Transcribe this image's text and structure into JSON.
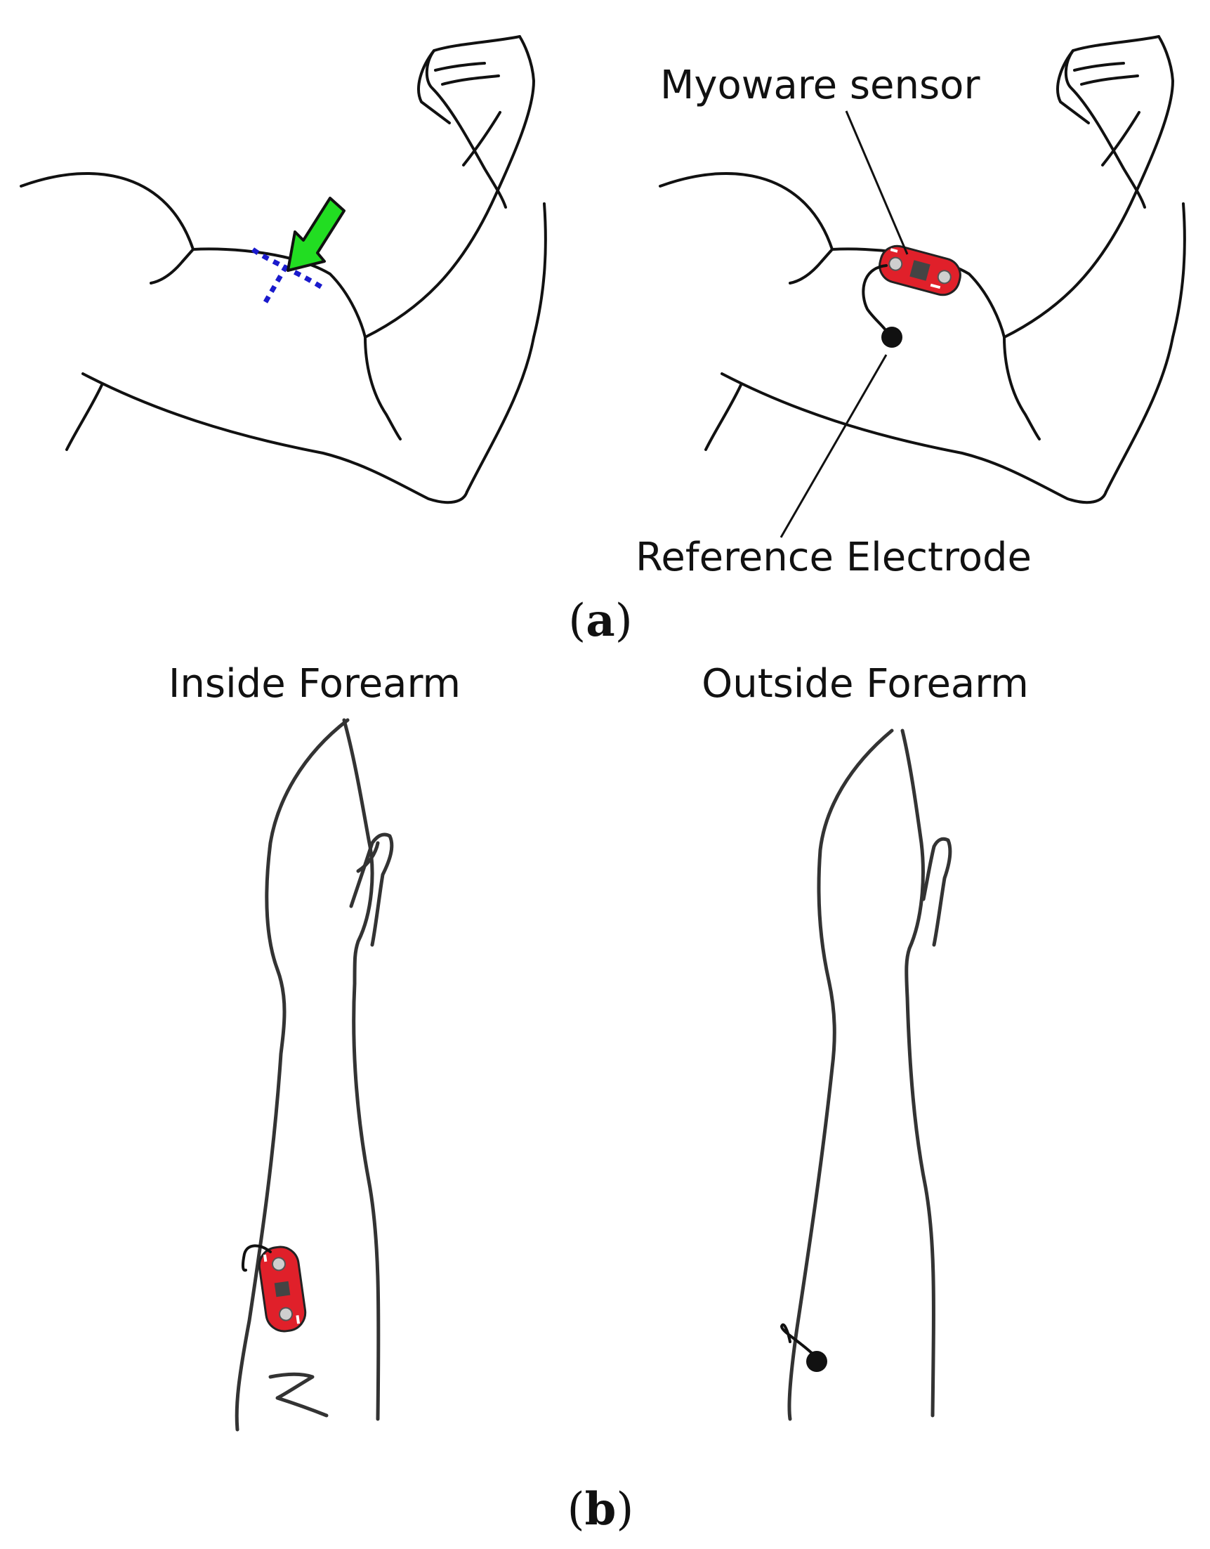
{
  "labels": {
    "myoware_sensor": "Myoware sensor",
    "reference_electrode": "Reference Electrode",
    "inside_forearm": "Inside Forearm",
    "outside_forearm": "Outside Forearm"
  },
  "panels": {
    "a": {
      "open": "(",
      "letter": "a",
      "close": ")"
    },
    "b": {
      "open": "(",
      "letter": "b",
      "close": ")"
    }
  },
  "colors": {
    "arrow": "#22dd22",
    "placement_line": "#1a1acc",
    "sensor_board": "#e0202a",
    "outline": "#111111"
  },
  "icons": {
    "placement_arrow": "green-arrow-icon",
    "sensor": "myoware-board-icon",
    "electrode": "electrode-dot-icon"
  }
}
